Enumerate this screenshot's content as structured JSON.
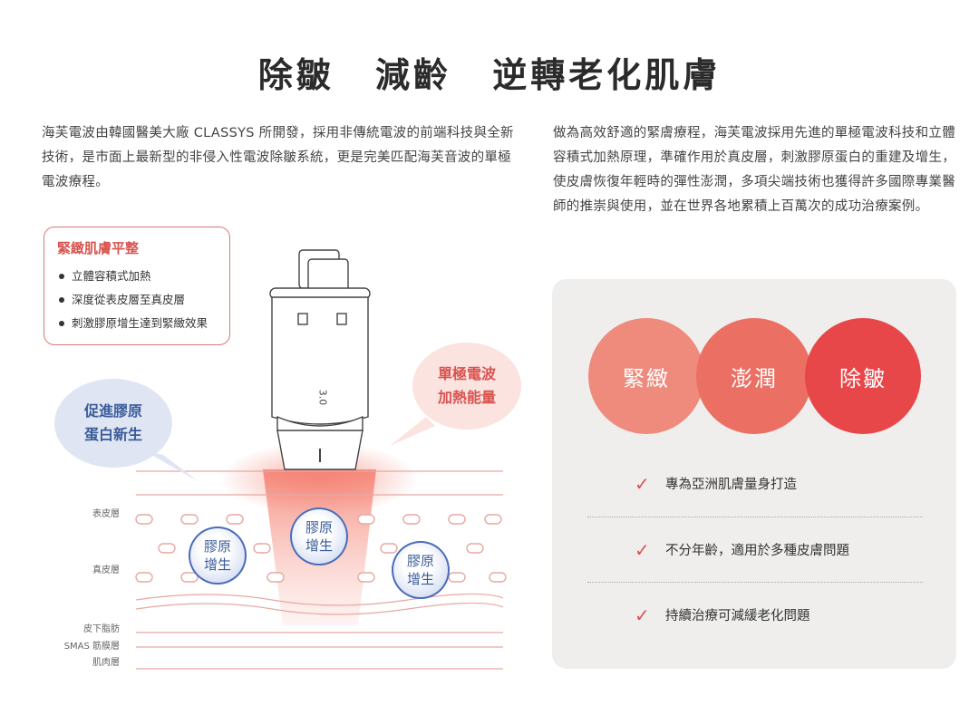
{
  "title": {
    "part1": "除皺",
    "part2": "減齡",
    "part3": "逆轉老化肌膚"
  },
  "intro_left": "海芙電波由韓國醫美大廠 CLASSYS 所開發，採用非傳統電波的前端科技與全新技術，是市面上最新型的非侵入性電波除皺系統，更是完美匹配海芙音波的單極電波療程。",
  "intro_right": "做為高效舒適的緊膚療程，海芙電波採用先進的單極電波科技和立體容積式加熱原理，準確作用於真皮層，刺激膠原蛋白的重建及增生，使皮膚恢復年輕時的彈性澎潤，多項尖端技術也獲得許多國際專業醫師的推崇與使用，並在世界各地累積上百萬次的成功治療案例。",
  "callout": {
    "title": "緊緻肌膚平整",
    "items": [
      "立體容積式加熱",
      "深度從表皮層至真皮層",
      "刺激膠原增生達到緊緻效果"
    ]
  },
  "bubble_blue": {
    "line1": "促進膠原",
    "line2": "蛋白新生"
  },
  "bubble_red": {
    "line1": "單極電波",
    "line2": "加熱能量"
  },
  "device_label": "3.0",
  "skin_layers": [
    "表皮層",
    "真皮層",
    "皮下脂肪",
    "SMAS 筋膜層",
    "肌肉層"
  ],
  "collagen_label": {
    "line1": "膠原",
    "line2": "增生"
  },
  "circles": [
    "緊緻",
    "澎潤",
    "除皺"
  ],
  "benefits": [
    "專為亞洲肌膚量身打造",
    "不分年齡，適用於多種皮膚問題",
    "持續治療可減緩老化問題"
  ],
  "colors": {
    "accent": "#d9534f",
    "blue": "#4a6cb8",
    "panel": "#efeeed"
  }
}
